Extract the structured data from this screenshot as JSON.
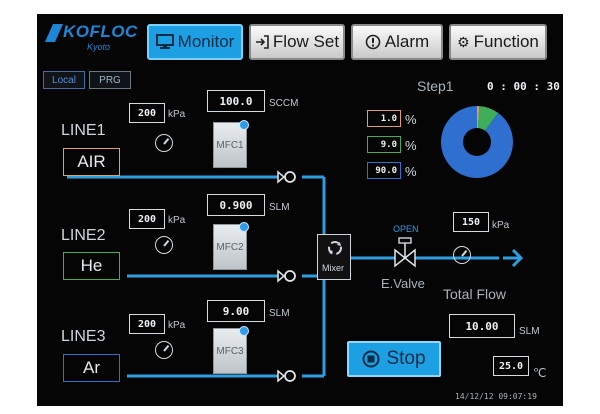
{
  "brand": {
    "name": "KOFLOC",
    "sub": "Kyoto"
  },
  "tabs": [
    {
      "label": "Monitor",
      "icon": "monitor-icon",
      "active": true
    },
    {
      "label": "Flow Set",
      "icon": "login-arrow-icon",
      "active": false
    },
    {
      "label": "Alarm",
      "icon": "alert-icon",
      "active": false
    },
    {
      "label": "Function",
      "icon": "gear-icon",
      "active": false
    }
  ],
  "mode_buttons": [
    "Local",
    "PRG"
  ],
  "step": {
    "label": "Step1",
    "time": "0 : 00 : 30"
  },
  "lines": [
    {
      "label": "LINE1",
      "gas": "AIR",
      "gas_color": "#e0a060",
      "pressure": "200",
      "pressure_unit": "kPa",
      "flow": "100.0",
      "flow_unit": "SCCM",
      "mfc": "MFC1"
    },
    {
      "label": "LINE2",
      "gas": "He",
      "gas_color": "#3fae5a",
      "pressure": "200",
      "pressure_unit": "kPa",
      "flow": "0.900",
      "flow_unit": "SLM",
      "mfc": "MFC2"
    },
    {
      "label": "LINE3",
      "gas": "Ar",
      "gas_color": "#2f6fcf",
      "pressure": "200",
      "pressure_unit": "kPa",
      "flow": "9.00",
      "flow_unit": "SLM",
      "mfc": "MFC3"
    }
  ],
  "mixer_label": "Mixer",
  "ratios": [
    {
      "value": "1.0",
      "unit": "%",
      "color": "#e0a060"
    },
    {
      "value": "9.0",
      "unit": "%",
      "color": "#3fae5a"
    },
    {
      "value": "90.0",
      "unit": "%",
      "color": "#2f6fcf"
    }
  ],
  "valve": {
    "state": "OPEN",
    "label": "E.Valve"
  },
  "outlet": {
    "pressure": "150",
    "pressure_unit": "kPa"
  },
  "total_flow": {
    "label": "Total Flow",
    "value": "10.00",
    "unit": "SLM"
  },
  "temperature": {
    "value": "25.0",
    "unit": "℃"
  },
  "stop_label": "Stop",
  "datetime": "14/12/12  09:07:19",
  "colors": {
    "accent": "#1d9fe3",
    "pipe": "#2d9ee0",
    "arrow": "#2d9ee0"
  }
}
